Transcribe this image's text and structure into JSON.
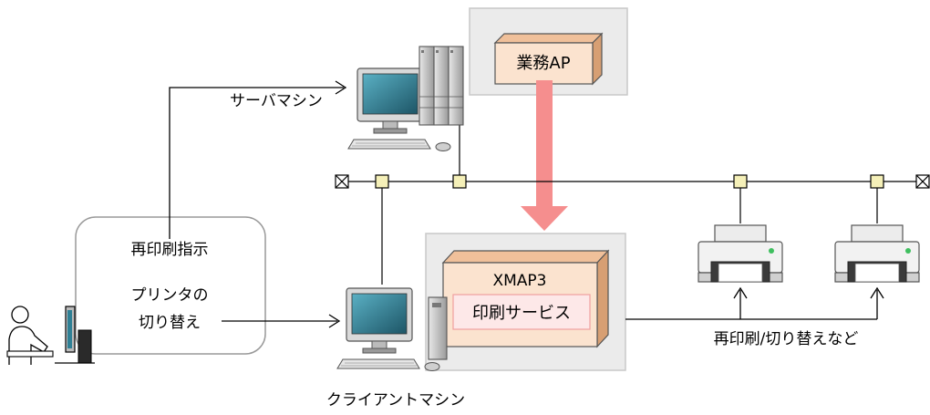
{
  "labels": {
    "business_ap": "業務AP",
    "server_machine": "サーバマシン",
    "reprint_instruction": "再印刷指示",
    "printer_switch_line1": "プリンタの",
    "printer_switch_line2": "切り替え",
    "xmap3": "XMAP3",
    "print_service": "印刷サービス",
    "reprint_switch_etc": "再印刷/切り替えなど",
    "client_machine": "クライアントマシン"
  },
  "colors": {
    "gray_area": "#ebebeb",
    "gray_area_border": "#c8c8c8",
    "box_face": "#fbe3cf",
    "box_side": "#d79f73",
    "box_top": "#f0c09a",
    "service_box": "#fde8e8",
    "service_border": "#f0a0a0",
    "arrow_pink": "#f58e8e",
    "node_fill": "#f5f0b8",
    "monitor_screen": "#2f8095"
  },
  "icons": {
    "server": "server-icon",
    "client_pc": "client-pc-icon",
    "printer": "printer-icon",
    "user": "user-at-desk-icon",
    "terminator": "terminator-icon",
    "junction": "network-junction-icon"
  }
}
